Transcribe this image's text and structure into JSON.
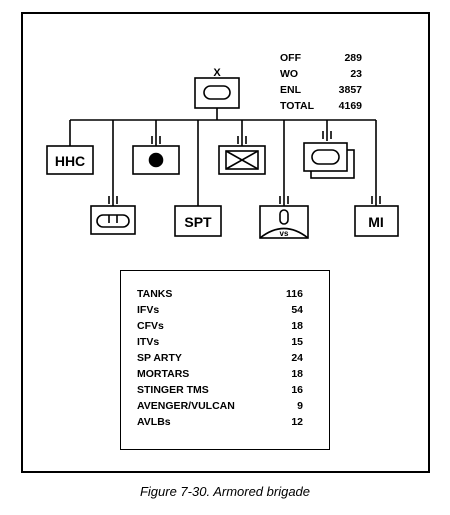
{
  "personnel": [
    {
      "label": "OFF",
      "value": "289"
    },
    {
      "label": "WO",
      "value": "23"
    },
    {
      "label": "ENL",
      "value": "3857"
    },
    {
      "label": "TOTAL",
      "value": "4169"
    }
  ],
  "hq_symbol": {
    "echelon": "X",
    "type": "armor"
  },
  "units": {
    "hhc": {
      "label": "HHC"
    },
    "field_artillery": {
      "type": "field-artillery"
    },
    "engineer": {
      "type": "engineer"
    },
    "armor_battalions": {
      "type": "armor"
    },
    "mech_battalion": {
      "type": "mechanized-infantry"
    },
    "support": {
      "label": "SPT"
    },
    "air_defense": {
      "label": "vs"
    },
    "military_intelligence": {
      "label": "MI"
    }
  },
  "equipment": [
    {
      "label": "TANKS",
      "value": "116"
    },
    {
      "label": "IFVs",
      "value": "54"
    },
    {
      "label": "CFVs",
      "value": "18"
    },
    {
      "label": "ITVs",
      "value": "15"
    },
    {
      "label": "SP ARTY",
      "value": "24"
    },
    {
      "label": "MORTARS",
      "value": "18"
    },
    {
      "label": "STINGER TMS",
      "value": "16"
    },
    {
      "label": "AVENGER/VULCAN",
      "value": "9"
    },
    {
      "label": "AVLBs",
      "value": "12"
    }
  ],
  "caption": "Figure 7-30. Armored brigade"
}
